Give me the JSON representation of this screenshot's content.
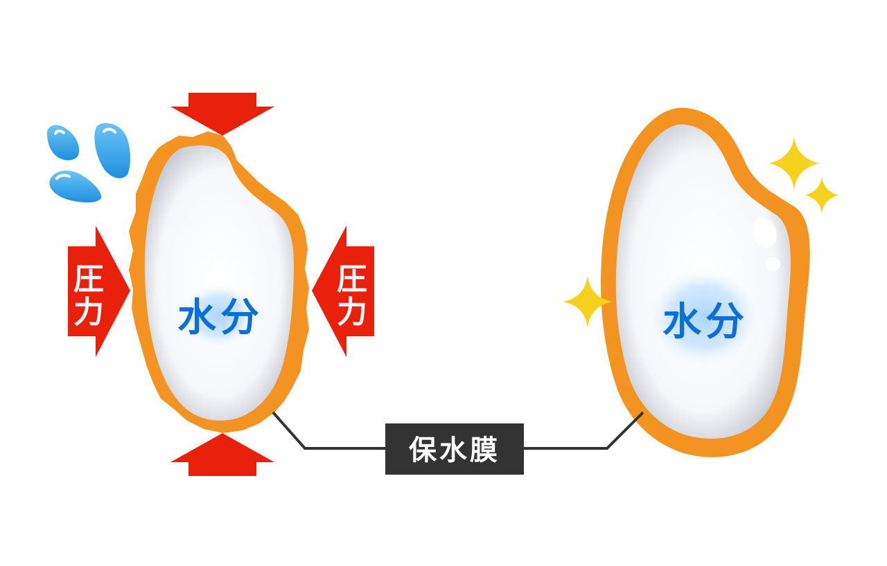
{
  "diagram": {
    "left_grain": {
      "moisture_label": "水分",
      "pressure_left": [
        "圧",
        "力"
      ],
      "pressure_right": [
        "圧",
        "力"
      ]
    },
    "right_grain": {
      "moisture_label": "水分"
    },
    "film_label": "保水膜",
    "colors": {
      "pressure_red": "#e8200c",
      "film_orange": "#f39321",
      "moisture_blue": "#0a6fd6",
      "water_drop": "#3aa0ea",
      "sparkle": "#f5d21e",
      "label_box": "#333333"
    }
  }
}
